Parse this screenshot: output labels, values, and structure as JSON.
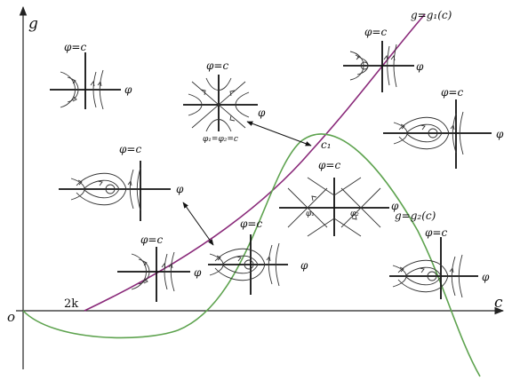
{
  "axes": {
    "x_label": "c",
    "y_label": "g",
    "origin_label": "o"
  },
  "curves": {
    "g1_label": "g=g₁(c)",
    "g2_label": "g=g₂(c)",
    "g1_color": "#8a2a7a",
    "g2_color": "#5ea34f"
  },
  "points": {
    "two_k": "2k",
    "c1": "c₁"
  },
  "portraits": {
    "phi_eq_c": "φ=c",
    "phi": "φ",
    "phi1": "φ₁",
    "phi2": "φ₂",
    "phi1_eq_phi2_eq_c": "φ₁=φ₂=c"
  }
}
